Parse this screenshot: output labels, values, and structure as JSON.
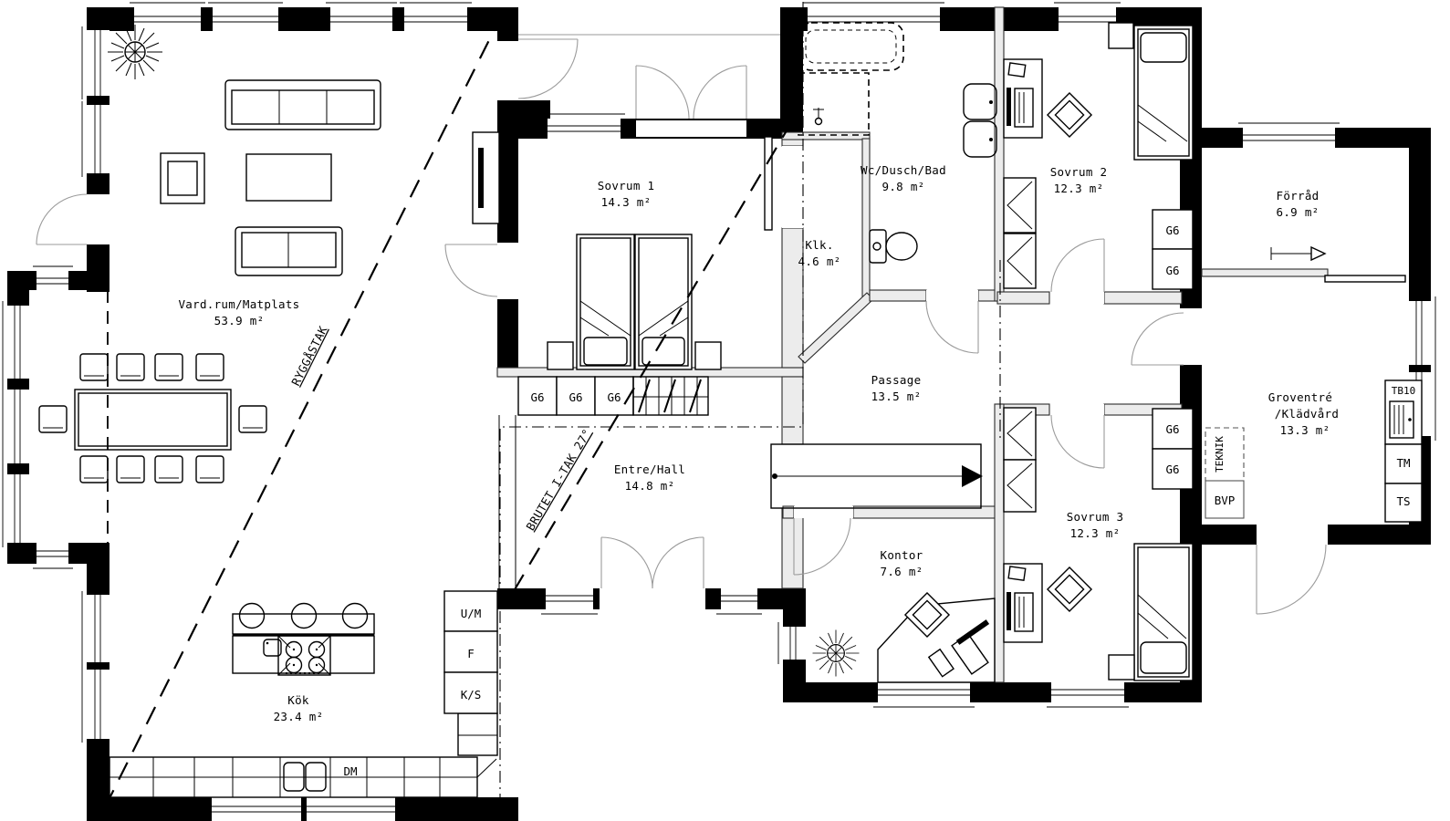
{
  "rooms": {
    "vardagsrum": {
      "name": "Vard.rum/Matplats",
      "area": "53.9 m²"
    },
    "kok": {
      "name": "Kök",
      "area": "23.4 m²"
    },
    "sovrum1": {
      "name": "Sovrum 1",
      "area": "14.3 m²"
    },
    "entre": {
      "name": "Entre/Hall",
      "area": "14.8 m²"
    },
    "klk": {
      "name": "Klk.",
      "area": "4.6 m²"
    },
    "badrum": {
      "name": "Wc/Dusch/Bad",
      "area": "9.8 m²"
    },
    "sovrum2": {
      "name": "Sovrum 2",
      "area": "12.3 m²"
    },
    "passage": {
      "name": "Passage",
      "area": "13.5 m²"
    },
    "kontor": {
      "name": "Kontor",
      "area": "7.6 m²"
    },
    "sovrum3": {
      "name": "Sovrum 3",
      "area": "12.3 m²"
    },
    "forrad": {
      "name": "Förråd",
      "area": "6.9 m²"
    },
    "groventre": {
      "name_line1": "Groventré",
      "name_line2": "/Klädvård",
      "area": "13.3 m²"
    }
  },
  "labels": {
    "g6": "G6",
    "um": "U/M",
    "f": "F",
    "ks": "K/S",
    "dm": "DM",
    "tb10": "TB10",
    "tm": "TM",
    "ts": "TS",
    "bvp": "BVP",
    "teknik": "TEKNIK",
    "ryggastak": "RYGGÅSTAK",
    "brutet_tak": "BRUTET I-TAK 27°"
  }
}
